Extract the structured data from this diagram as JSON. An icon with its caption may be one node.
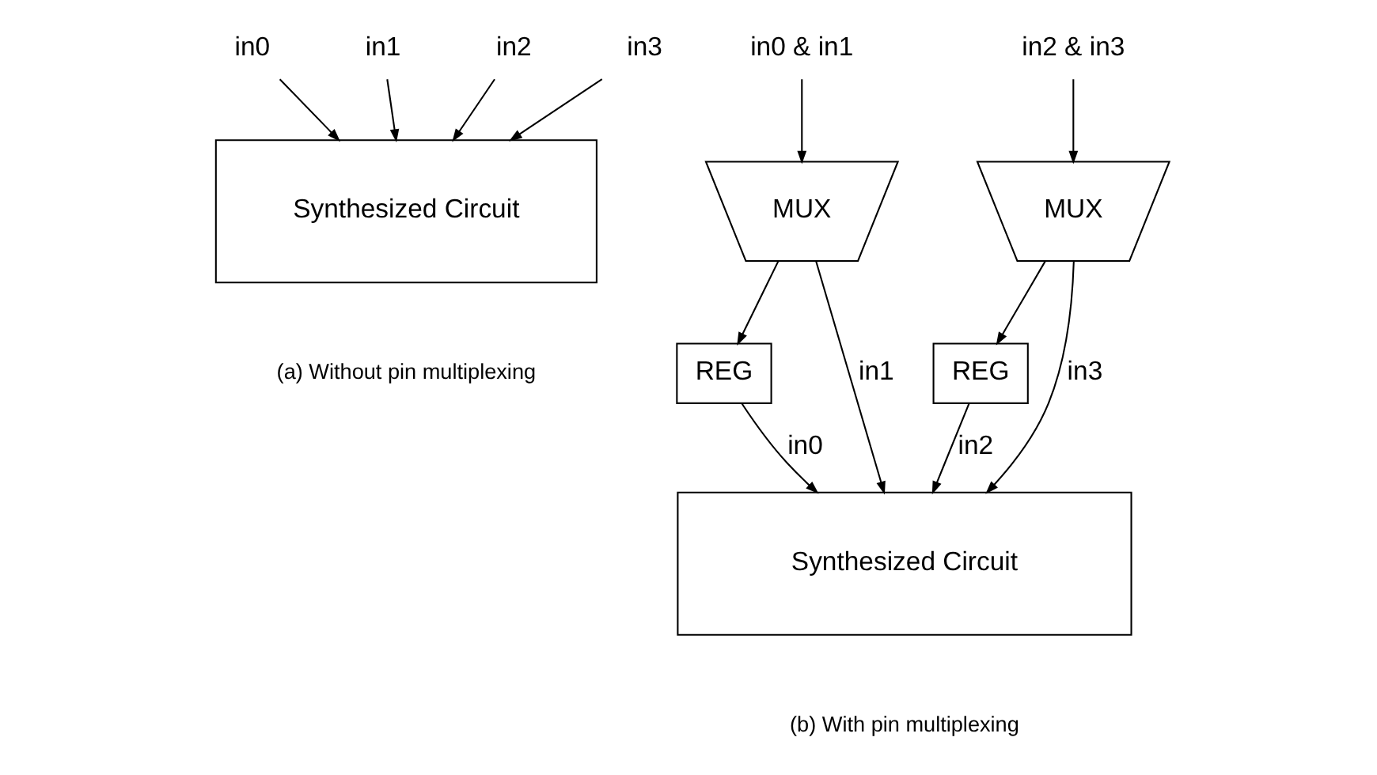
{
  "diagram": {
    "nodes": [
      {
        "text": [
          "in0"
        ]
      },
      {
        "text": [
          "in1"
        ]
      },
      {
        "text": [
          "in2"
        ]
      },
      {
        "text": [
          "in3"
        ]
      },
      {
        "text": [
          "Synthesized Circuit"
        ]
      },
      {
        "text": [
          "in0 & in1"
        ]
      },
      {
        "text": [
          "MUX"
        ]
      },
      {
        "text": [
          "in2 & in3"
        ]
      },
      {
        "text": [
          "MUX"
        ]
      },
      {
        "text": [
          "REG"
        ]
      },
      {
        "text": [
          "REG"
        ]
      },
      {
        "text": [
          "Synthesized Circuit"
        ]
      }
    ],
    "edges": [
      {
        "from": 0,
        "to": 4,
        "arrow": "to"
      },
      {
        "from": 1,
        "to": 4,
        "arrow": "to"
      },
      {
        "from": 2,
        "to": 4,
        "arrow": "to"
      },
      {
        "from": 3,
        "to": 4,
        "arrow": "to"
      },
      {
        "from": 5,
        "to": 6,
        "arrow": "to"
      },
      {
        "from": 7,
        "to": 8,
        "arrow": "to"
      },
      {
        "from": 6,
        "to": 9,
        "arrow": "to"
      },
      {
        "from": 9,
        "to": 11,
        "label": "in0",
        "arrow": "to"
      },
      {
        "from": 6,
        "to": 11,
        "label": "in1",
        "arrow": "to"
      },
      {
        "from": 8,
        "to": 10,
        "arrow": "to"
      },
      {
        "from": 10,
        "to": 11,
        "label": "in2",
        "arrow": "to"
      },
      {
        "from": 8,
        "to": 11,
        "label": "in3",
        "arrow": "to"
      }
    ],
    "labels": [
      "(a) Without pin multiplexing",
      "(b) With pin multiplexing"
    ]
  }
}
